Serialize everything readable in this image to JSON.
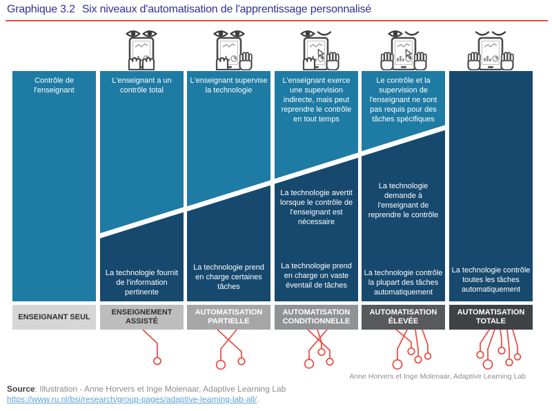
{
  "title": {
    "prefix": "Graphique 3.2",
    "text": "Six niveaux d'automatisation de l'apprentissage personnalisé"
  },
  "colors": {
    "title-blue": "#2e3192",
    "accent-red": "#e8473c",
    "teal": "#1e7ba4",
    "navy": "#17496e",
    "gray-text": "#8c8c8c",
    "link-blue": "#5d9fd6",
    "source-dark": "#3f3f3f"
  },
  "columns": [
    {
      "icon": null,
      "top_text": "Contrôle de l'enseignant",
      "mid_text": "",
      "bottom_text": "",
      "label": "ENSEIGNANT SEUL",
      "label_bg": "#d6d6d6",
      "label_color": "#2f2f2f"
    },
    {
      "icon": "both-eyes-open-hands-holding-tablet-icon",
      "top_text": "L'enseignant a un contrôle total",
      "mid_text": "",
      "bottom_text": "La technologie fournit de l'information pertinente",
      "label": "ENSEIGNEMENT ASSISTÉ",
      "label_bg": "#bdbdbd",
      "label_color": "#2f2f2f"
    },
    {
      "icon": "both-eyes-open-one-hand-raised-tablet-icon",
      "top_text": "L'enseignant supervise la technologie",
      "mid_text": "",
      "bottom_text": "La technologie prend en charge certaines tâches",
      "label": "AUTOMATISATION PARTIELLE",
      "label_bg": "#a6a6a6",
      "label_color": "#ffffff"
    },
    {
      "icon": "one-eye-closed-one-hand-raised-cursor-tablet-icon",
      "top_text": "L'enseignant exerce une supervision indirecte, mais peut reprendre le contrôle en tout temps",
      "mid_text": "La technologie avertit lorsque le contrôle de l'enseignant est nécessaire",
      "bottom_text": "La technologie prend en charge un vaste éventail de tâches",
      "label": "AUTOMATISATION CONDITIONNELLE",
      "label_bg": "#909294",
      "label_color": "#ffffff"
    },
    {
      "icon": "one-eye-closed-hands-off-cursor-tablet-icon",
      "top_text": "Le contrôle et la supervision de l'enseignant ne sont pas requis pour des tâches spécifiques",
      "mid_text": "La technologie demande à l'enseignant de reprendre le contrôle",
      "bottom_text": "La technologie contrôle la plupart des tâches automatiquement",
      "label": "AUTOMATISATION ÉLEVÉE",
      "label_bg": "#57595c",
      "label_color": "#ffffff"
    },
    {
      "icon": "both-eyes-closed-hands-off-tablet-icon",
      "top_text": "",
      "mid_text": "",
      "bottom_text": "La technologie contrôle toutes les tâches automatiquement",
      "label": "AUTOMATISATION TOTALE",
      "label_bg": "#3e4245",
      "label_color": "#ffffff"
    }
  ],
  "attribution": "Anne Horvers et Inge Molenaar, Adaptive Learning Lab",
  "source": {
    "label": "Source",
    "text": ": Illustration - Anne Horvers et Inge Molenaar, Adaptive Learning Lab",
    "url": "https://www.ru.nl/bsi/research/group-pages/adaptive-learning-lab-all/",
    "url_suffix": "."
  }
}
